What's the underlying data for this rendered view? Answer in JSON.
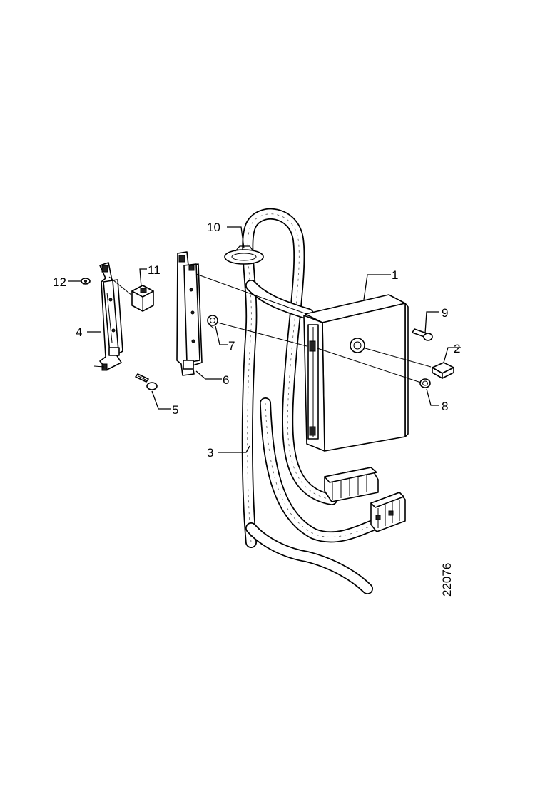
{
  "callouts": {
    "c1": "1",
    "c2": "2",
    "c3": "3",
    "c4": "4",
    "c5": "5",
    "c6": "6",
    "c7": "7",
    "c8": "8",
    "c9": "9",
    "c10": "10",
    "c11": "11",
    "c12": "12"
  },
  "drawing_number": "22076"
}
